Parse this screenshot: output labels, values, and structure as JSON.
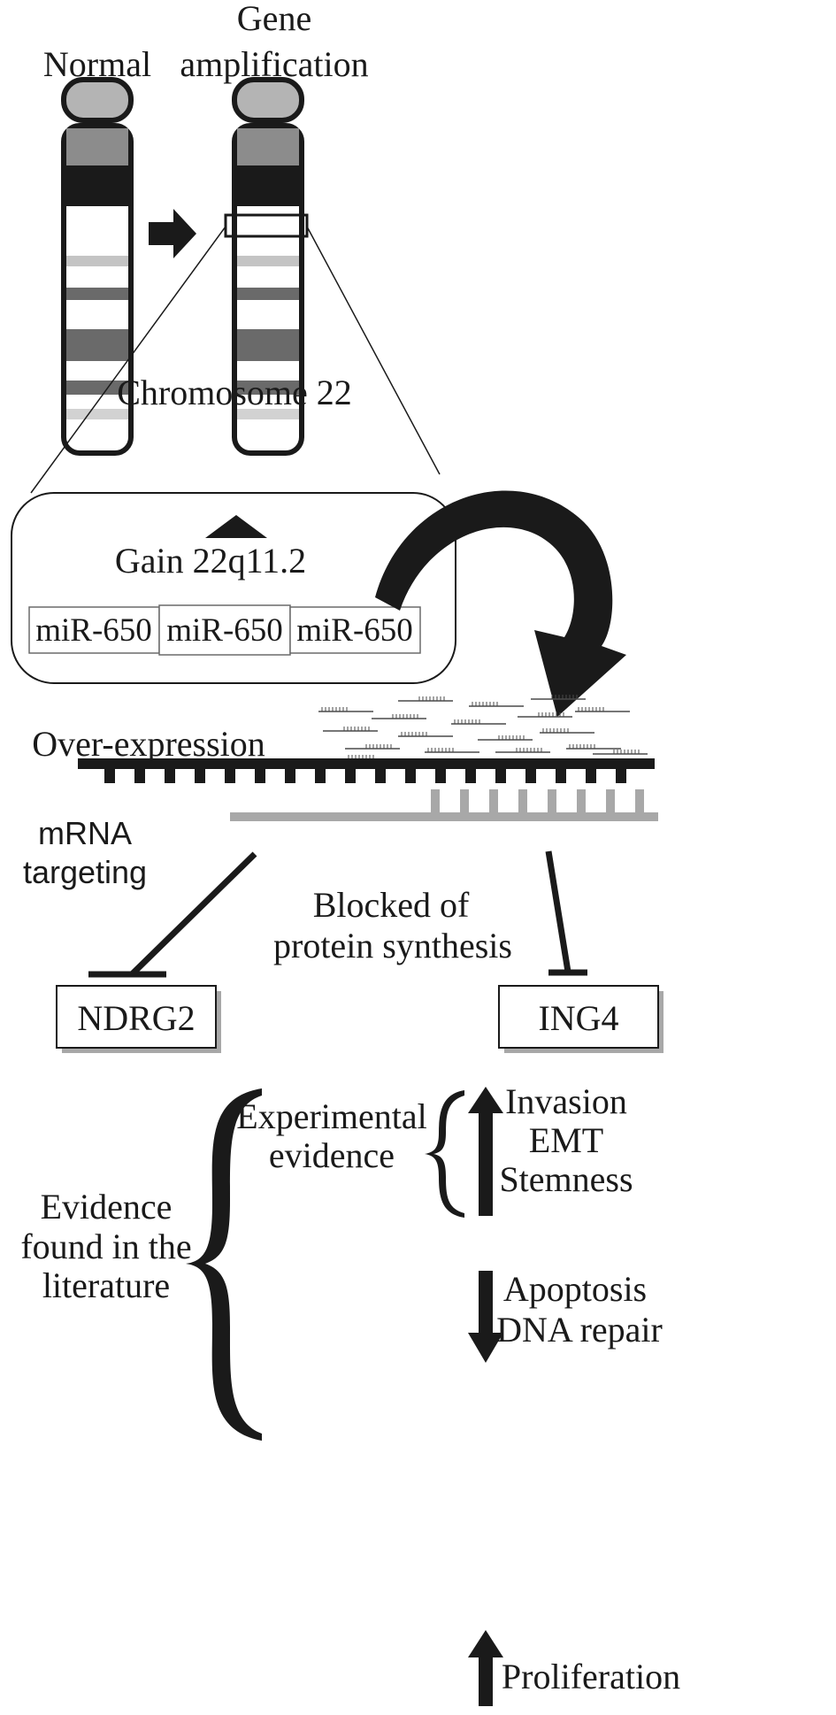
{
  "colors": {
    "ink": "#1a1a1a",
    "gray_band": "#7a7a7a",
    "light_band": "#c4c4c4",
    "mrna_target": "#a8a8a8"
  },
  "labels": {
    "normal": "Normal",
    "gene_amp_line1": "Gene",
    "gene_amp_line2": "amplification",
    "chromosome": "Chromosome 22",
    "gain": "Gain 22q11.2",
    "mir_boxes": [
      "miR-650",
      "miR-650",
      "miR-650"
    ],
    "over_expression": "Over-expression",
    "mrna_line1": "mRNA",
    "mrna_line2": "targeting",
    "blocked_line1": "Blocked of",
    "blocked_line2": "protein synthesis",
    "ndrg2": "NDRG2",
    "ing4": "ING4",
    "evidence_line1": "Evidence",
    "evidence_line2": "found in the",
    "evidence_line3": "literature",
    "experimental_line1": "Experimental",
    "experimental_line2": "evidence",
    "invasion": "Invasion",
    "emt": "EMT",
    "stemness": "Stemness",
    "apoptosis": "Apoptosis",
    "dna_repair": "DNA repair",
    "proliferation": "Proliferation"
  },
  "icons": {
    "arrow_right": "right-arrow-icon",
    "curved_arrow": "curved-arrow-icon",
    "up_triangle": "up-triangle-icon",
    "arrow_up": "up-arrow-icon",
    "arrow_down": "down-arrow-icon",
    "inhibition": "inhibition-bar-icon"
  }
}
